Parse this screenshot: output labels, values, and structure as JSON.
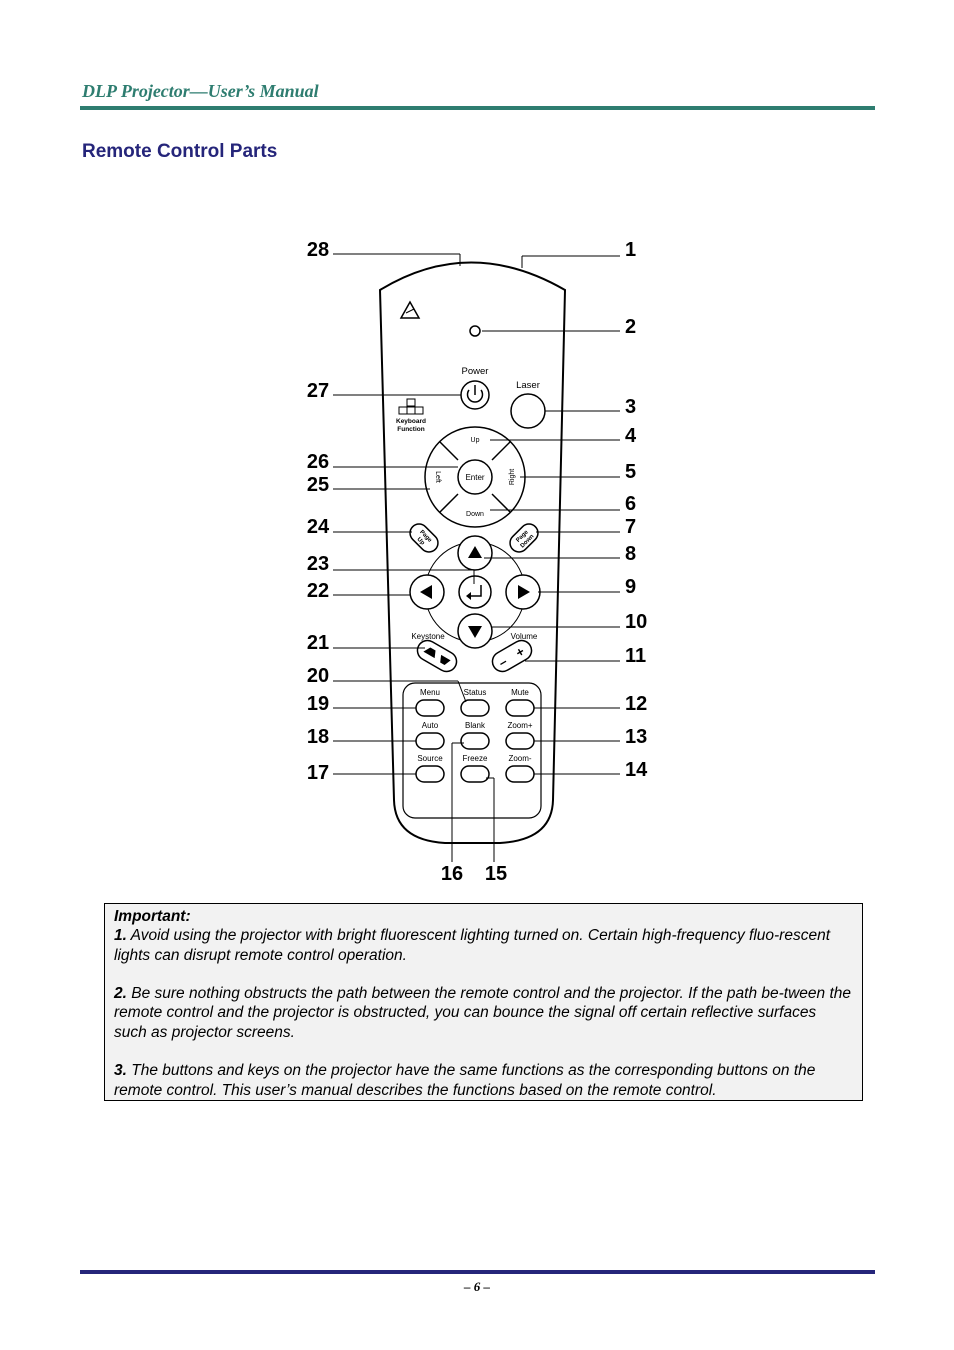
{
  "header": {
    "title": "DLP Projector—User’s Manual"
  },
  "section": {
    "title": "Remote Control Parts"
  },
  "remote": {
    "callouts": [
      {
        "id": "28",
        "side": "left"
      },
      {
        "id": "1",
        "side": "right"
      },
      {
        "id": "2",
        "side": "right"
      },
      {
        "id": "27",
        "side": "left"
      },
      {
        "id": "3",
        "side": "right"
      },
      {
        "id": "4",
        "side": "right"
      },
      {
        "id": "26",
        "side": "left"
      },
      {
        "id": "25",
        "side": "left"
      },
      {
        "id": "5",
        "side": "right"
      },
      {
        "id": "6",
        "side": "right"
      },
      {
        "id": "24",
        "side": "left"
      },
      {
        "id": "7",
        "side": "right"
      },
      {
        "id": "23",
        "side": "left"
      },
      {
        "id": "8",
        "side": "right"
      },
      {
        "id": "22",
        "side": "left"
      },
      {
        "id": "9",
        "side": "right"
      },
      {
        "id": "10",
        "side": "right"
      },
      {
        "id": "21",
        "side": "left"
      },
      {
        "id": "11",
        "side": "right"
      },
      {
        "id": "20",
        "side": "left"
      },
      {
        "id": "19",
        "side": "left"
      },
      {
        "id": "12",
        "side": "right"
      },
      {
        "id": "18",
        "side": "left"
      },
      {
        "id": "13",
        "side": "right"
      },
      {
        "id": "17",
        "side": "left"
      },
      {
        "id": "14",
        "side": "right"
      },
      {
        "id": "16",
        "side": "bottom"
      },
      {
        "id": "15",
        "side": "bottom"
      }
    ],
    "labels": {
      "power": "Power",
      "laser": "Laser",
      "keyboard_function_line1": "Keyboard",
      "keyboard_function_line2": "Function",
      "up": "Up",
      "down": "Down",
      "left": "Left",
      "right": "Right",
      "enter": "Enter",
      "page_up_line1": "Page",
      "page_up_line2": "Up",
      "page_down_line1": "Page",
      "page_down_line2": "Down",
      "keystone": "Keystone",
      "volume": "Volume",
      "menu": "Menu",
      "status": "Status",
      "mute": "Mute",
      "auto": "Auto",
      "blank": "Blank",
      "zoom_in": "Zoom+",
      "source": "Source",
      "freeze": "Freeze",
      "zoom_out": "Zoom-"
    }
  },
  "important": {
    "heading": "Important:",
    "notes": [
      {
        "num": "1.",
        "text": " Avoid using the projector with bright fluorescent lighting turned on. Certain high-frequency fluo-rescent lights can disrupt remote control operation."
      },
      {
        "num": "2.",
        "text": " Be sure nothing obstructs the path between the remote control and the projector. If the path be-tween the remote control and the projector is obstructed, you can bounce the signal off certain reflective surfaces such as projector screens."
      },
      {
        "num": "3.",
        "text": " The buttons and keys on the projector have the same functions as the corresponding buttons on the remote control. This user’s manual describes the functions based on the remote control."
      }
    ]
  },
  "footer": {
    "page": "– 6 –"
  }
}
